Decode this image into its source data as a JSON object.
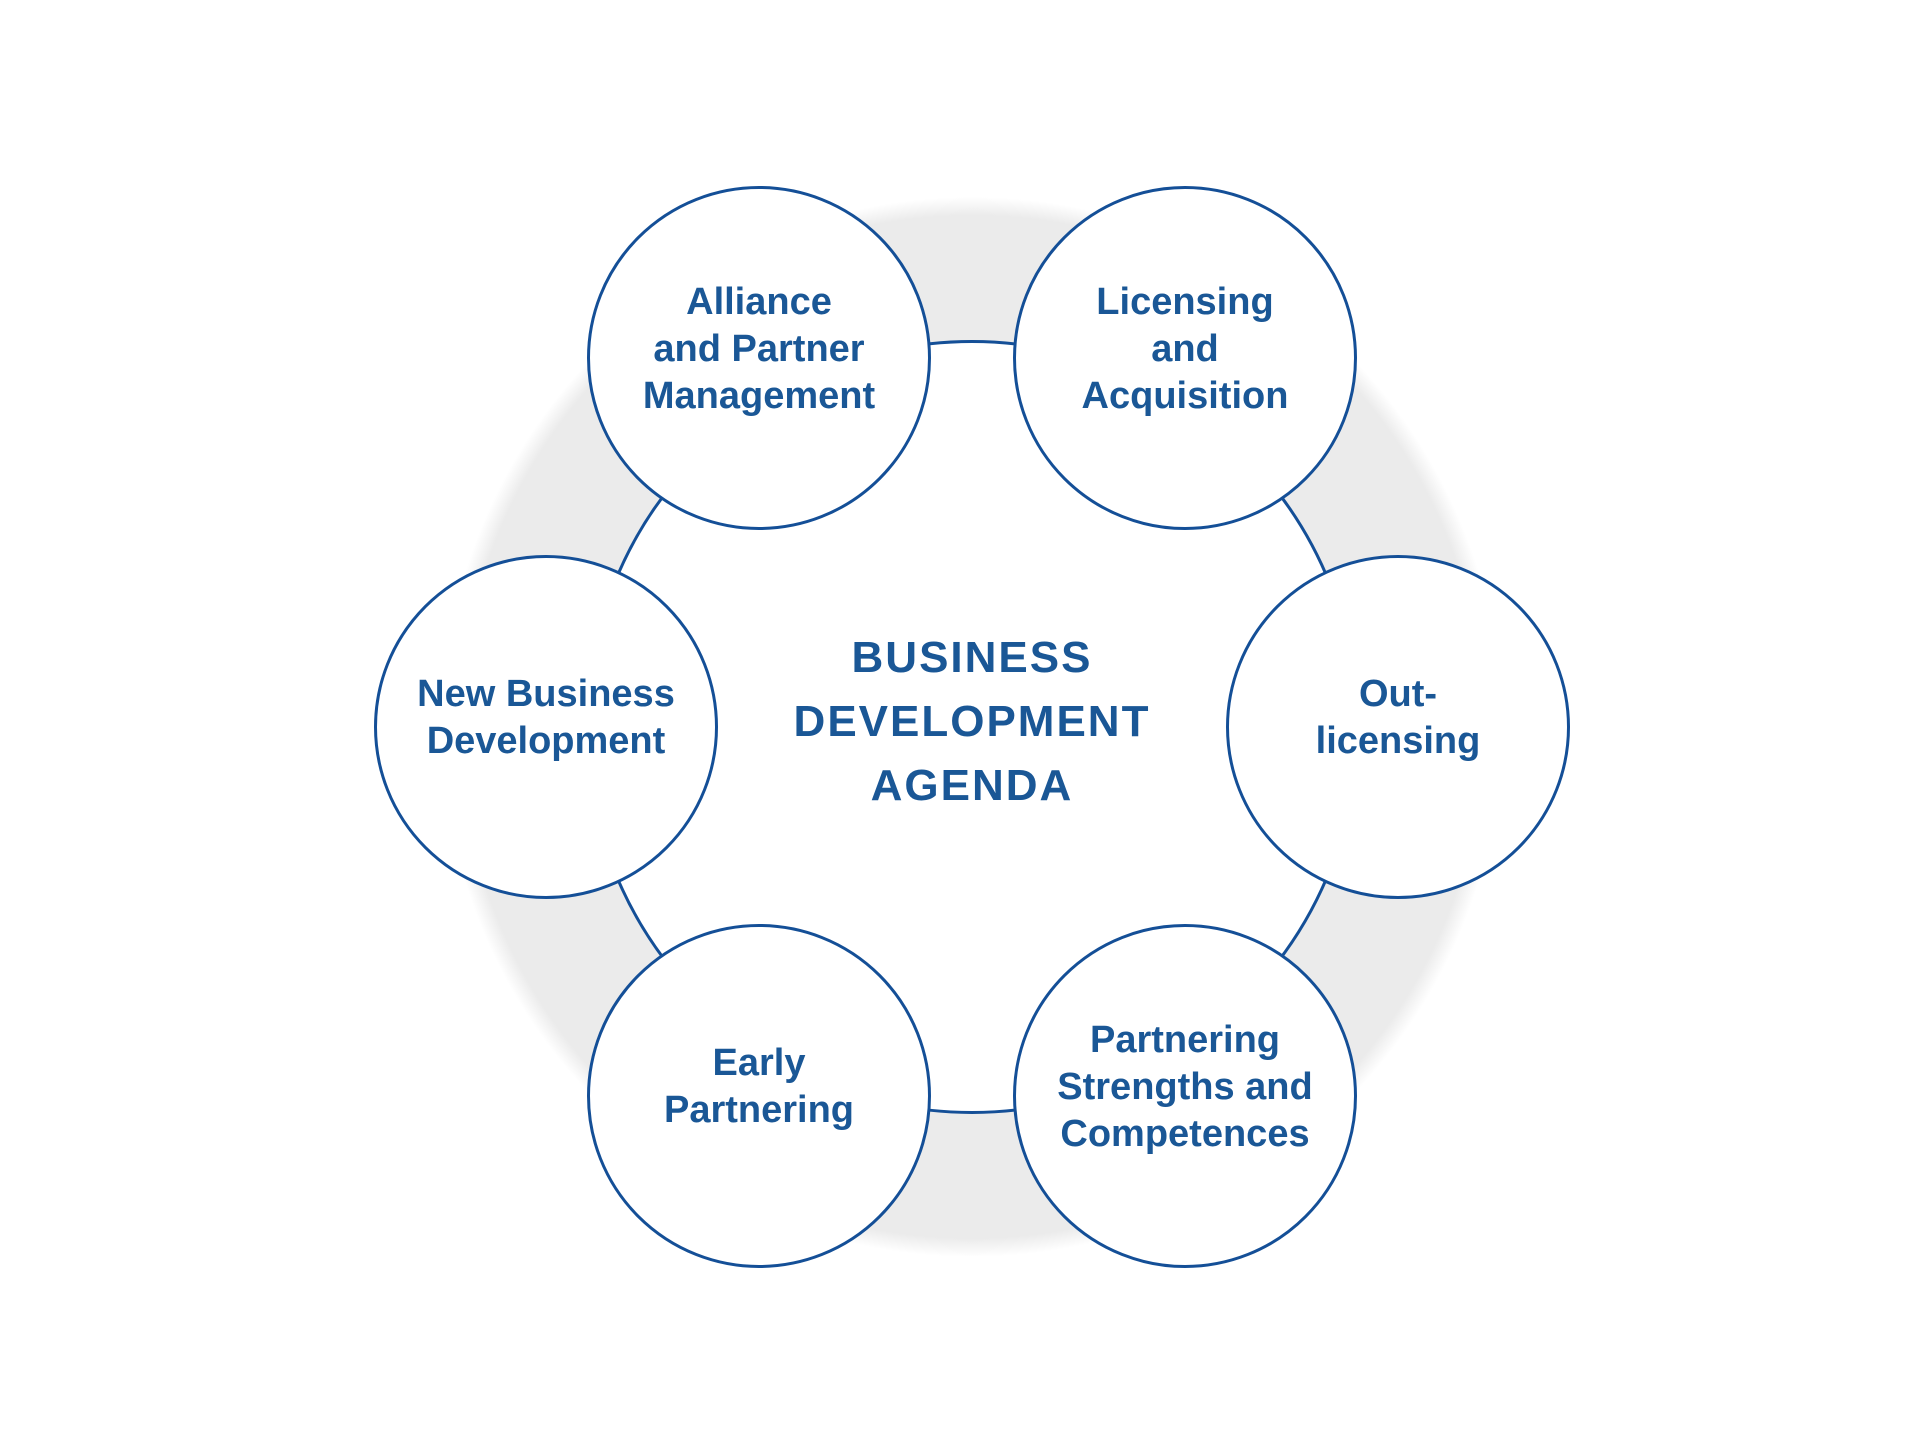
{
  "diagram": {
    "title": "BUSINESS\nDEVELOPMENT\nAGENDA",
    "nodes": [
      {
        "position": "top-left",
        "label": "Alliance\nand Partner\nManagement"
      },
      {
        "position": "top-right",
        "label": "Licensing\nand\nAcquisition"
      },
      {
        "position": "right",
        "label": "Out-\nlicensing"
      },
      {
        "position": "bottom-right",
        "label": "Partnering\nStrengths and\nCompetences"
      },
      {
        "position": "bottom-left",
        "label": "Early\nPartnering"
      },
      {
        "position": "left",
        "label": "New Business\nDevelopment"
      }
    ],
    "colors": {
      "accent_blue": "#1A5796",
      "stroke_blue": "#144F97",
      "ring_gray": "#EBEBEB",
      "background": "#FFFFFF"
    }
  }
}
